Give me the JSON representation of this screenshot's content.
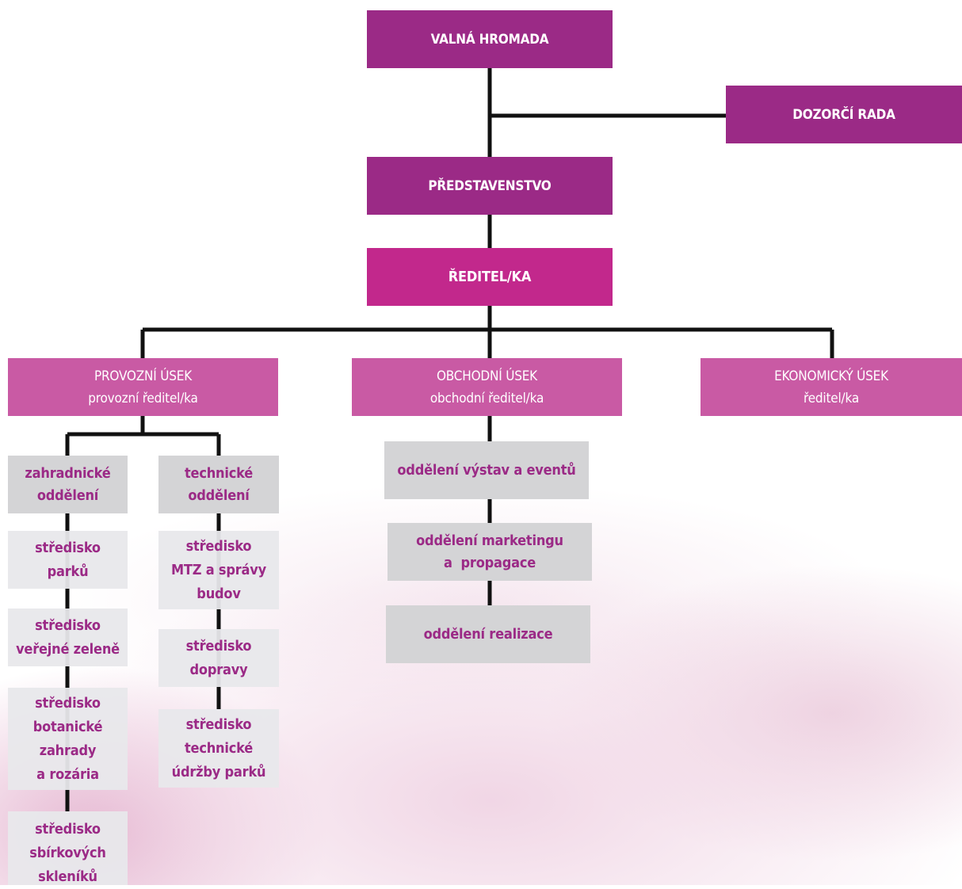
{
  "board": {
    "general_meeting": "VALNÁ HROMADA",
    "supervisory_board": "DOZORČÍ RADA",
    "management_board": "PŘEDSTAVENSTVO",
    "director": "ŘEDITEL/KA"
  },
  "divisions": {
    "operations": {
      "name": "PROVOZNÍ ÚSEK",
      "head": "provozní ředitel/ka"
    },
    "commercial": {
      "name": "OBCHODNÍ ÚSEK",
      "head": "obchodní ředitel/ka"
    },
    "economic": {
      "name": "EKONOMICKÝ ÚSEK",
      "head": "ředitel/ka"
    }
  },
  "operations": {
    "gardening": {
      "name": [
        "zahradnické",
        "oddělení"
      ],
      "units": [
        [
          "středisko",
          "parků"
        ],
        [
          "středisko",
          "veřejné zeleně"
        ],
        [
          "středisko",
          "botanické",
          "zahrady",
          "a rozária"
        ],
        [
          "středisko",
          "sbírkových",
          "skleníků"
        ]
      ]
    },
    "technical": {
      "name": [
        "technické",
        "oddělení"
      ],
      "units": [
        [
          "středisko",
          "MTZ a správy",
          "budov"
        ],
        [
          "středisko",
          "dopravy"
        ],
        [
          "středisko",
          "technické",
          "údržby parků"
        ]
      ]
    }
  },
  "commercial": {
    "departments": [
      [
        "oddělení výstav a eventů"
      ],
      [
        "oddělení marketingu",
        "a  propagace"
      ],
      [
        "oddělení realizace"
      ]
    ]
  },
  "colors": {
    "board": "#9b2a86",
    "director": "#c2288c",
    "division": "#c95aa4",
    "department_fill": "#d4d4d6",
    "unit_fill": "#e8e8eb",
    "connector": "#111111"
  }
}
